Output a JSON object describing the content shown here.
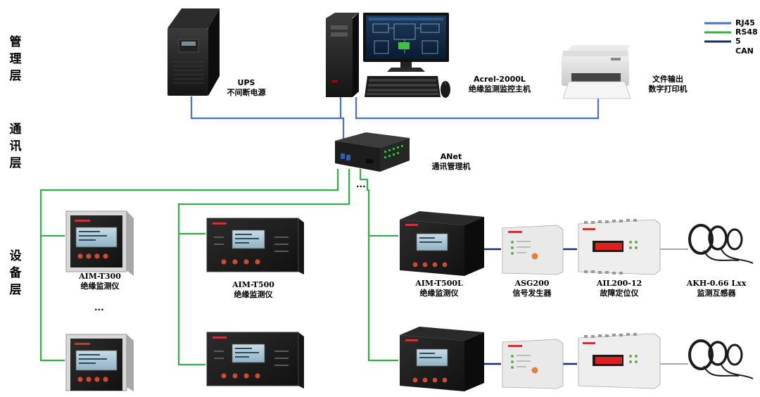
{
  "layers": {
    "management": "管\n理\n层",
    "communication": "通\n讯\n层",
    "device": "设\n备\n层"
  },
  "legend": {
    "items": [
      {
        "label": "RJ45",
        "color": "#4a6fd8"
      },
      {
        "label": "RS48\n5",
        "color": "#2fb04a"
      },
      {
        "label": "CAN",
        "color": "#1a2a6a"
      }
    ]
  },
  "devices": {
    "ups": {
      "name": "UPS",
      "desc": "不间断电源"
    },
    "host": {
      "name": "Acrel-2000L",
      "desc": "绝缘监测监控主机"
    },
    "printer": {
      "name": "文件输出",
      "desc": "数字打印机"
    },
    "anet": {
      "name": "ANet",
      "desc": "通讯管理机"
    },
    "aim_t300": {
      "name": "AIM-T300",
      "desc": "绝缘监测仪"
    },
    "aim_t500": {
      "name": "AIM-T500",
      "desc": "绝缘监测仪"
    },
    "aim_t500l": {
      "name": "AIM-T500L",
      "desc": "绝缘监测仪"
    },
    "asg200": {
      "name": "ASG200",
      "desc": "信号发生器"
    },
    "ail200": {
      "name": "AIL200-12",
      "desc": "故障定位仪"
    },
    "akh": {
      "name": "AKH-0.66 Lxx",
      "desc": "监测互感器"
    }
  },
  "ellipses": {
    "anet_more": "...",
    "t300_more": "..."
  },
  "colors": {
    "rj45": "#4a6fd8",
    "rs485": "#2fb04a",
    "can": "#1a2a6a"
  }
}
